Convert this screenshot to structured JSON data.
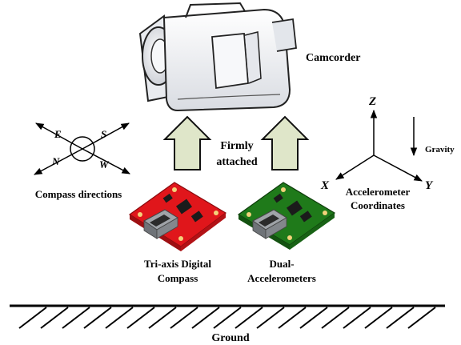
{
  "labels": {
    "camcorder": "Camcorder",
    "firmly_1": "Firmly",
    "firmly_2": "attached",
    "compass_directions": "Compass directions",
    "tri_axis_1": "Tri-axis Digital",
    "tri_axis_2": "Compass",
    "dual_1": "Dual-",
    "dual_2": "Accelerometers",
    "accel_1": "Accelerometer",
    "accel_2": "Coordinates",
    "gravity": "Gravity",
    "ground": "Ground"
  },
  "compass": {
    "e": "E",
    "s": "S",
    "n": "N",
    "w": "W"
  },
  "axes": {
    "z": "Z",
    "x": "X",
    "y": "Y"
  },
  "colors": {
    "compass_board": "#e0161b",
    "accel_board": "#1f7a1a",
    "arrow_fill": "#dfe6c9",
    "camera_body": "#f1f2f4"
  }
}
